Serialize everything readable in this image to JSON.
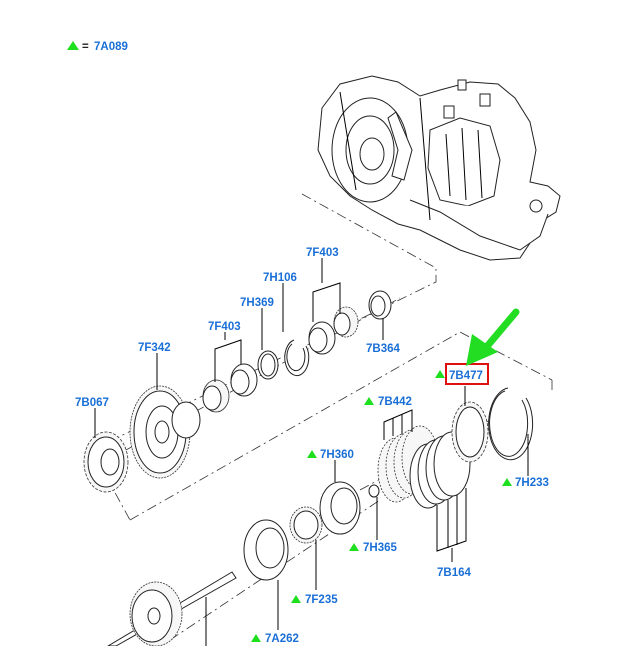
{
  "legend": {
    "symbol": "green-triangle",
    "equals": "=",
    "code": "7A089"
  },
  "colors": {
    "label": "#1a6fd6",
    "marker": "#1ee01e",
    "highlight_box": "#e01010",
    "arrow": "#22dd22"
  },
  "highlighted_part": "7B477",
  "labels": [
    {
      "id": "7F403_upper",
      "text": "7F403",
      "marked": false
    },
    {
      "id": "7H106",
      "text": "7H106",
      "marked": false
    },
    {
      "id": "7H369",
      "text": "7H369",
      "marked": false
    },
    {
      "id": "7F403_lower",
      "text": "7F403",
      "marked": false
    },
    {
      "id": "7B364",
      "text": "7B364",
      "marked": false
    },
    {
      "id": "7F342",
      "text": "7F342",
      "marked": false
    },
    {
      "id": "7B067",
      "text": "7B067",
      "marked": false
    },
    {
      "id": "7B477",
      "text": "7B477",
      "marked": true
    },
    {
      "id": "7B442",
      "text": "7B442",
      "marked": true
    },
    {
      "id": "7H360",
      "text": "7H360",
      "marked": true
    },
    {
      "id": "7H233",
      "text": "7H233",
      "marked": true
    },
    {
      "id": "7H365",
      "text": "7H365",
      "marked": true
    },
    {
      "id": "7B164",
      "text": "7B164",
      "marked": false
    },
    {
      "id": "7F235",
      "text": "7F235",
      "marked": true
    },
    {
      "id": "7A262",
      "text": "7A262",
      "marked": true
    }
  ]
}
